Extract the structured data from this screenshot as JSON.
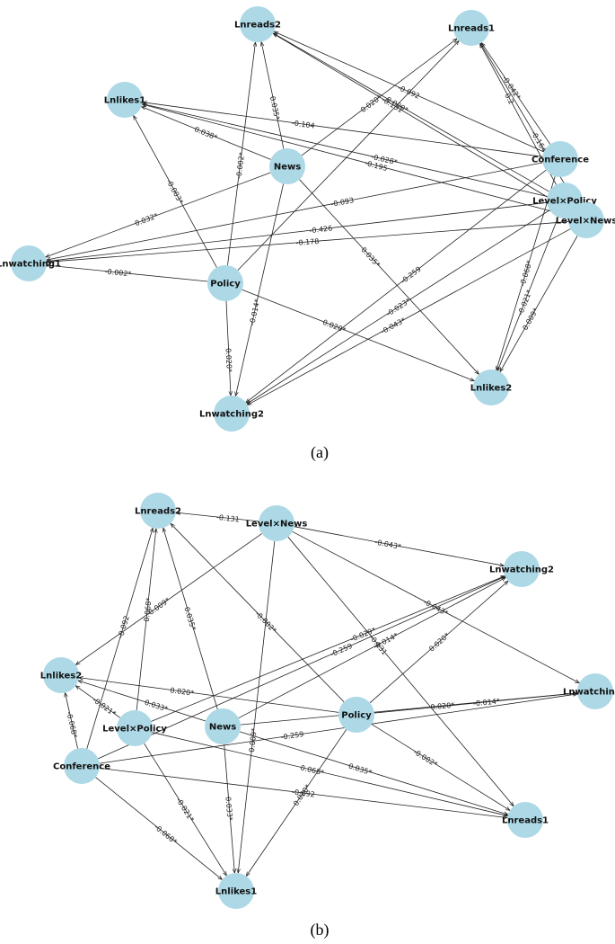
{
  "colors": {
    "node": "#add8e6",
    "edge": "#222222"
  },
  "panels": [
    {
      "caption": "(a)",
      "nodes": [
        {
          "id": "Lnreads2",
          "label": "Lnreads2"
        },
        {
          "id": "Lnreads1",
          "label": "Lnreads1"
        },
        {
          "id": "Lnlikes1",
          "label": "Lnlikes1"
        },
        {
          "id": "News",
          "label": "News"
        },
        {
          "id": "Conference",
          "label": "Conference"
        },
        {
          "id": "LevelxPolicy",
          "label": "Level×Policy"
        },
        {
          "id": "LevelxNews",
          "label": "Level×News"
        },
        {
          "id": "Lnwatching1",
          "label": "Lnwatching1"
        },
        {
          "id": "Policy",
          "label": "Policy"
        },
        {
          "id": "Lnlikes2",
          "label": "Lnlikes2"
        },
        {
          "id": "Lnwatching2",
          "label": "Lnwatching2"
        }
      ],
      "edges": [
        {
          "from": "News",
          "to": "Lnreads2",
          "label": "0.035*"
        },
        {
          "from": "News",
          "to": "Lnreads1",
          "label": "0.020*"
        },
        {
          "from": "News",
          "to": "Lnlikes1",
          "label": "0.038*"
        },
        {
          "from": "News",
          "to": "Lnwatching1",
          "label": "0.032*"
        },
        {
          "from": "News",
          "to": "Lnwatching2",
          "label": "-0.014*"
        },
        {
          "from": "News",
          "to": "Lnlikes2",
          "label": "0.035*"
        },
        {
          "from": "Policy",
          "to": "Lnreads2",
          "label": "-0.002*"
        },
        {
          "from": "Policy",
          "to": "Lnlikes1",
          "label": "-0.003*"
        },
        {
          "from": "Policy",
          "to": "Lnwatching1",
          "label": "-0.002*"
        },
        {
          "from": "Policy",
          "to": "Lnwatching2",
          "label": "0.020*"
        },
        {
          "from": "Policy",
          "to": "Lnlikes2",
          "label": "0.020*"
        },
        {
          "from": "Policy",
          "to": "Lnreads1",
          "label": ""
        },
        {
          "from": "Conference",
          "to": "Lnreads2",
          "label": "-0.092"
        },
        {
          "from": "Conference",
          "to": "Lnreads1",
          "label": "-0.042*"
        },
        {
          "from": "Conference",
          "to": "Lnlikes1",
          "label": "-0.104"
        },
        {
          "from": "Conference",
          "to": "Lnwatching1",
          "label": "-0.093"
        },
        {
          "from": "Conference",
          "to": "Lnwatching2",
          "label": "-0.259"
        },
        {
          "from": "Conference",
          "to": "Lnlikes2",
          "label": "-0.068*"
        },
        {
          "from": "LevelxPolicy",
          "to": "Lnreads2",
          "label": "0.009*"
        },
        {
          "from": "LevelxPolicy",
          "to": "Lnreads1",
          "label": "0.2"
        },
        {
          "from": "LevelxPolicy",
          "to": "Lnlikes1",
          "label": "-0.028*"
        },
        {
          "from": "LevelxPolicy",
          "to": "Lnwatching1",
          "label": "-0.426"
        },
        {
          "from": "LevelxPolicy",
          "to": "Lnwatching2",
          "label": "-0.023*"
        },
        {
          "from": "LevelxPolicy",
          "to": "Lnlikes2",
          "label": "-0.021*"
        },
        {
          "from": "LevelxNews",
          "to": "Lnreads2",
          "label": "-0.131"
        },
        {
          "from": "LevelxNews",
          "to": "Lnreads1",
          "label": "-0.164"
        },
        {
          "from": "LevelxNews",
          "to": "Lnlikes1",
          "label": "-0.195"
        },
        {
          "from": "LevelxNews",
          "to": "Lnwatching1",
          "label": "-0.178"
        },
        {
          "from": "LevelxNews",
          "to": "Lnwatching2",
          "label": "-0.043*"
        },
        {
          "from": "LevelxNews",
          "to": "Lnlikes2",
          "label": "0.009*"
        }
      ]
    },
    {
      "caption": "(b)",
      "nodes": [
        {
          "id": "Lnreads2",
          "label": "Lnreads2"
        },
        {
          "id": "LevelxNews",
          "label": "Level×News"
        },
        {
          "id": "Lnwatching2",
          "label": "Lnwatching2"
        },
        {
          "id": "Lnlikes2",
          "label": "Lnlikes2"
        },
        {
          "id": "Policy",
          "label": "Policy"
        },
        {
          "id": "Lnwatching1",
          "label": "Lnwatching1"
        },
        {
          "id": "LevelxPolicy",
          "label": "Level×Policy"
        },
        {
          "id": "News",
          "label": "News"
        },
        {
          "id": "Conference",
          "label": "Conference"
        },
        {
          "id": "Lnreads1",
          "label": "Lnreads1"
        },
        {
          "id": "Lnlikes1",
          "label": "Lnlikes1"
        }
      ],
      "edges": [
        {
          "from": "LevelxNews",
          "to": "Lnreads2",
          "label": "-0.131"
        },
        {
          "from": "LevelxNews",
          "to": "Lnwatching2",
          "label": "-0.043*"
        },
        {
          "from": "LevelxNews",
          "to": "Lnwatching1",
          "label": "-0.043*"
        },
        {
          "from": "LevelxNews",
          "to": "Lnlikes2",
          "label": "0.009*"
        },
        {
          "from": "LevelxNews",
          "to": "Lnlikes1",
          "label": "0.009*"
        },
        {
          "from": "LevelxNews",
          "to": "Lnreads1",
          "label": "-0.131"
        },
        {
          "from": "Policy",
          "to": "Lnreads2",
          "label": "-0.002*"
        },
        {
          "from": "Policy",
          "to": "Lnwatching2",
          "label": "0.020*"
        },
        {
          "from": "Policy",
          "to": "Lnwatching1",
          "label": "-0.014*"
        },
        {
          "from": "Policy",
          "to": "Lnlikes2",
          "label": "0.020*"
        },
        {
          "from": "Policy",
          "to": "Lnreads1",
          "label": "-0.002*"
        },
        {
          "from": "Policy",
          "to": "Lnlikes1",
          "label": "0.020*"
        },
        {
          "from": "News",
          "to": "Lnreads2",
          "label": "0.035*"
        },
        {
          "from": "News",
          "to": "Lnwatching2",
          "label": "-0.014*"
        },
        {
          "from": "News",
          "to": "Lnwatching1",
          "label": "0.020*"
        },
        {
          "from": "News",
          "to": "Lnlikes2",
          "label": "0.033*"
        },
        {
          "from": "News",
          "to": "Lnreads1",
          "label": "0.035*"
        },
        {
          "from": "News",
          "to": "Lnlikes1",
          "label": "0.033*"
        },
        {
          "from": "LevelxPolicy",
          "to": "Lnreads2",
          "label": "0.068*"
        },
        {
          "from": "LevelxPolicy",
          "to": "Lnwatching2",
          "label": "-0.029*"
        },
        {
          "from": "LevelxPolicy",
          "to": "Lnlikes2",
          "label": "-0.021*"
        },
        {
          "from": "LevelxPolicy",
          "to": "Lnreads1",
          "label": "0.068*"
        },
        {
          "from": "LevelxPolicy",
          "to": "Lnlikes1",
          "label": "-0.021*"
        },
        {
          "from": "Conference",
          "to": "Lnreads2",
          "label": "-0.092"
        },
        {
          "from": "Conference",
          "to": "Lnwatching2",
          "label": "-0.259"
        },
        {
          "from": "Conference",
          "to": "Lnwatching1",
          "label": "-0.259"
        },
        {
          "from": "Conference",
          "to": "Lnlikes2",
          "label": "-0.068*"
        },
        {
          "from": "Conference",
          "to": "Lnreads1",
          "label": "-0.092"
        },
        {
          "from": "Conference",
          "to": "Lnlikes1",
          "label": "-0.068*"
        }
      ]
    }
  ]
}
